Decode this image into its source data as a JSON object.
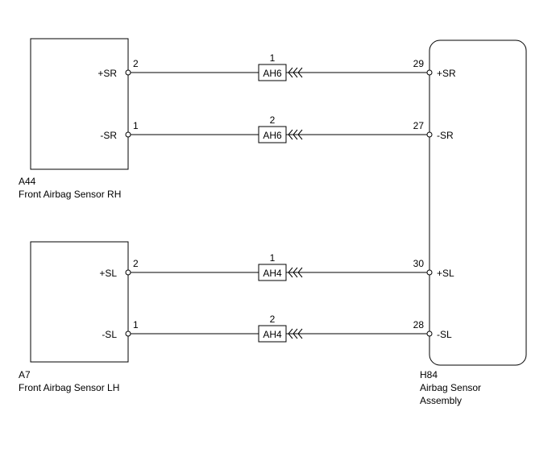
{
  "components": {
    "rh_sensor": {
      "code": "A44",
      "name": "Front Airbag Sensor RH"
    },
    "lh_sensor": {
      "code": "A7",
      "name": "Front Airbag Sensor LH"
    },
    "assembly": {
      "code": "H84",
      "name_line1": "Airbag Sensor",
      "name_line2": "Assembly"
    }
  },
  "circuits": [
    {
      "left_label": "+SR",
      "left_pin": "2",
      "connector": "AH6",
      "connector_pin": "1",
      "right_pin": "29",
      "right_label": "+SR"
    },
    {
      "left_label": "-SR",
      "left_pin": "1",
      "connector": "AH6",
      "connector_pin": "2",
      "right_pin": "27",
      "right_label": "-SR"
    },
    {
      "left_label": "+SL",
      "left_pin": "2",
      "connector": "AH4",
      "connector_pin": "1",
      "right_pin": "30",
      "right_label": "+SL"
    },
    {
      "left_label": "-SL",
      "left_pin": "1",
      "connector": "AH4",
      "connector_pin": "2",
      "right_pin": "28",
      "right_label": "-SL"
    }
  ]
}
